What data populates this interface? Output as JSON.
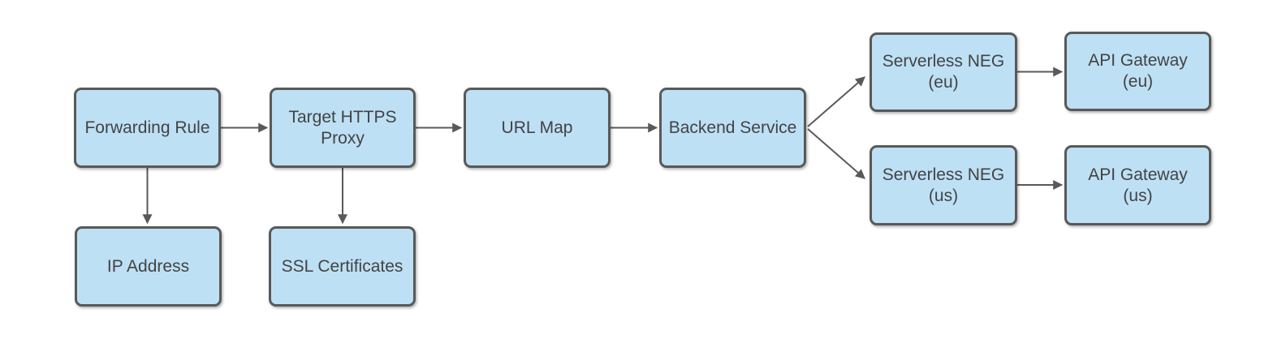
{
  "diagram": {
    "colors": {
      "background": "#ffffff",
      "node_fill": "#bde0f5",
      "node_border": "#595959",
      "arrow": "#595959",
      "text": "#434343"
    },
    "nodes": [
      {
        "id": "forwarding-rule",
        "label": "Forwarding Rule"
      },
      {
        "id": "target-https-proxy",
        "label": "Target HTTPS\nProxy"
      },
      {
        "id": "url-map",
        "label": "URL Map"
      },
      {
        "id": "backend-service",
        "label": "Backend Service"
      },
      {
        "id": "serverless-neg-eu",
        "label": "Serverless NEG\n(eu)"
      },
      {
        "id": "api-gateway-eu",
        "label": "API Gateway\n(eu)"
      },
      {
        "id": "serverless-neg-us",
        "label": "Serverless NEG\n(us)"
      },
      {
        "id": "api-gateway-us",
        "label": "API Gateway\n(us)"
      },
      {
        "id": "ip-address",
        "label": "IP Address"
      },
      {
        "id": "ssl-certificates",
        "label": "SSL Certificates"
      }
    ],
    "edges": [
      {
        "from": "forwarding-rule",
        "to": "target-https-proxy"
      },
      {
        "from": "target-https-proxy",
        "to": "url-map"
      },
      {
        "from": "url-map",
        "to": "backend-service"
      },
      {
        "from": "backend-service",
        "to": "serverless-neg-eu"
      },
      {
        "from": "backend-service",
        "to": "serverless-neg-us"
      },
      {
        "from": "serverless-neg-eu",
        "to": "api-gateway-eu"
      },
      {
        "from": "serverless-neg-us",
        "to": "api-gateway-us"
      },
      {
        "from": "forwarding-rule",
        "to": "ip-address"
      },
      {
        "from": "target-https-proxy",
        "to": "ssl-certificates"
      }
    ]
  }
}
